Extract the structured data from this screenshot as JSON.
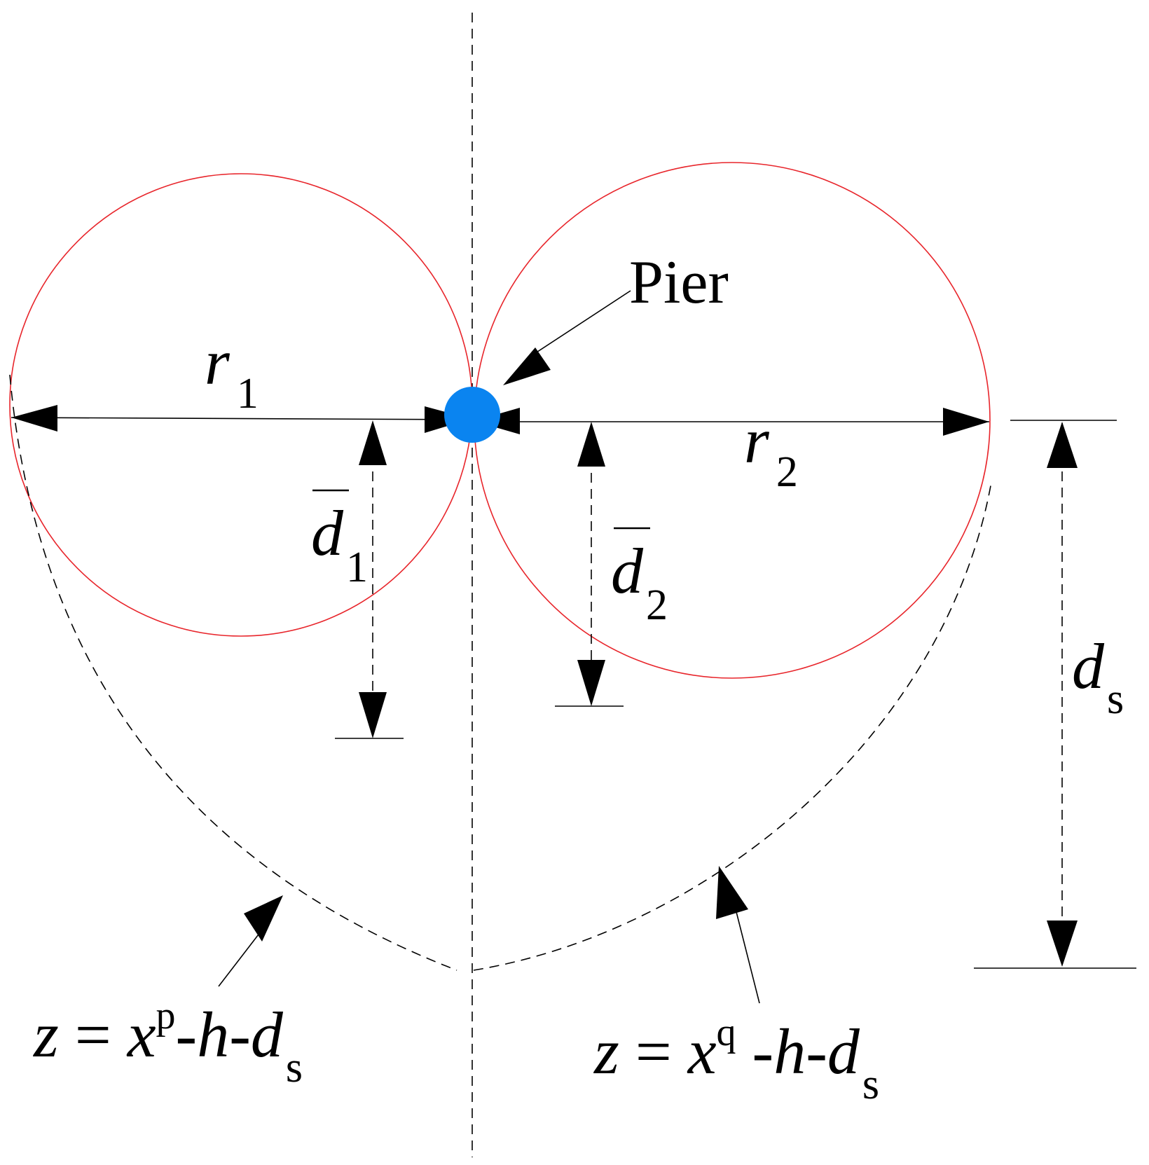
{
  "diagram": {
    "labels": {
      "pier": "Pier",
      "r1_base": "r",
      "r1_sub": "1",
      "r2_base": "r",
      "r2_sub": "2",
      "d1_base": "d",
      "d1_sub": "1",
      "d2_base": "d",
      "d2_sub": "2",
      "ds_base": "d",
      "ds_sub": "s",
      "eq_left": {
        "z": "z",
        "eq": " = ",
        "x": "x",
        "exp": "p",
        "dash1": "-",
        "h": "h",
        "dash2": "-",
        "d": "d",
        "sub": "s"
      },
      "eq_right": {
        "z": "z",
        "eq": " = ",
        "x": "x",
        "exp": "q",
        "dash1": " -",
        "h": "h",
        "dash2": "-",
        "d": "d",
        "sub": "s"
      }
    },
    "colors": {
      "circles": "#e8252b",
      "pier": "#0a84f0",
      "lines": "#000000"
    }
  }
}
